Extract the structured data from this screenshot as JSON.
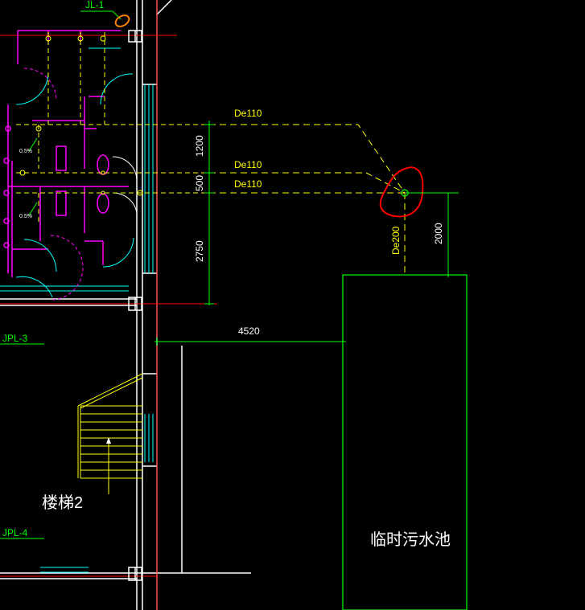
{
  "drawing": {
    "background": "#000000",
    "colors": {
      "wall_white": "#ffffff",
      "green": "#00ff00",
      "yellow": "#ffff00",
      "magenta": "#ff00ff",
      "cyan": "#00ffff",
      "red": "#ff0000",
      "orange": "#ff8000"
    }
  },
  "labels": {
    "jl1": "JL-1",
    "jpl3": "JPL-3",
    "jpl4": "JPL-4",
    "slope1": "0.5%",
    "slope2": "0.5%",
    "stair": "楼梯2",
    "pool": "临时污水池"
  },
  "pipes": {
    "de110_a": "De110",
    "de110_b": "De110",
    "de110_c": "De110",
    "de200": "De200"
  },
  "dimensions": {
    "d1200": "1200",
    "d500": "500",
    "d2750": "2750",
    "d4520": "4520",
    "d2000": "2000"
  }
}
